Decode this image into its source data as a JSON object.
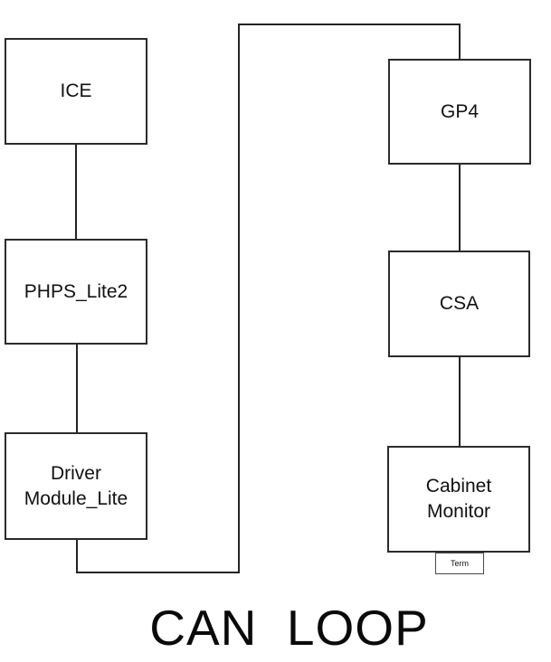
{
  "diagram": {
    "title": "CAN  LOOP",
    "nodes": {
      "ice": {
        "label": "ICE"
      },
      "phps": {
        "label": "PHPS_Lite2"
      },
      "driver": {
        "label": "Driver\nModule_Lite"
      },
      "gp4": {
        "label": "GP4"
      },
      "csa": {
        "label": "CSA"
      },
      "cabinet": {
        "label": "Cabinet\nMonitor"
      },
      "term": {
        "label": "Term"
      }
    },
    "connections": [
      "ICE - PHPS_Lite2",
      "PHPS_Lite2 - Driver Module_Lite",
      "Driver Module_Lite - GP4 (loop around left/top)",
      "GP4 - CSA",
      "CSA - Cabinet Monitor",
      "Cabinet Monitor - Term"
    ],
    "colors": {
      "background": "#ffffff",
      "line": "#242424",
      "box_border": "#2b2b2b",
      "text": "#111111"
    }
  }
}
